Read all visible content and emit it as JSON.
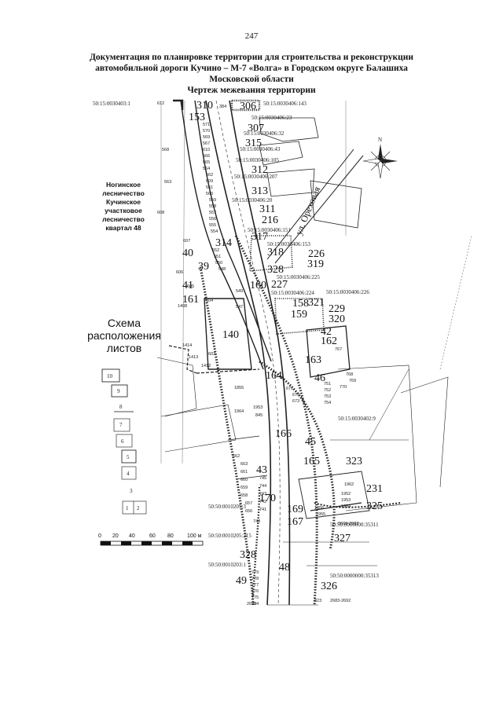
{
  "page_number": "247",
  "title": {
    "line1": "Документация по планировке территории для строительства и реконструкции",
    "line2": "автомобильной дороги Кучино – М-7 «Волга» в Городском округе Балашиха",
    "line3": "Московской области",
    "line4": "Чертеж межевания территории"
  },
  "forest_note": {
    "line1": "Ногинское",
    "line2": "лесничество",
    "line3": "Кучинское",
    "line4": "участковое",
    "line5": "лесничество",
    "line6": "квартал 48"
  },
  "street_label": "ул. Ореховая",
  "north_label": "N",
  "schema": {
    "title_line1": "Схема",
    "title_line2": "расположения",
    "title_line3": "листов",
    "sheets": [
      "10",
      "9",
      "8",
      "7",
      "6",
      "5",
      "4",
      "3",
      "1",
      "2"
    ]
  },
  "scale": {
    "ticks": [
      "0",
      "20",
      "40",
      "60",
      "80",
      "100 м"
    ]
  },
  "cadastral_labels": [
    "50:15:0030403:1",
    "50:15:0030406:143",
    "50:15:0030406:23",
    "50:15:0030406:32",
    "50:15:0030406:43",
    "50:15:0030406:105",
    "50:15:0030406:207",
    "50:15:0030406:20",
    "50:15:0030406:151",
    "50:15:0030406:153",
    "50:15:0030406:225",
    "50:15:0030406:224",
    "50:15:0030406:226",
    "50:15:0030402:9",
    "50:50:0010205:3",
    "50:50:0000000:35311",
    "50:50:0010205:215",
    "50:50:0010203:1",
    "50:50:0000000:35313"
  ],
  "parcel_numbers": [
    "310",
    "306",
    "153",
    "307",
    "315",
    "312",
    "313",
    "311",
    "216",
    "314",
    "317",
    "318",
    "226",
    "40",
    "319",
    "39",
    "328",
    "41",
    "160",
    "227",
    "161",
    "158",
    "321",
    "229",
    "320",
    "159",
    "42",
    "162",
    "140",
    "163",
    "46",
    "164",
    "166",
    "45",
    "165",
    "323",
    "43",
    "231",
    "325",
    "170",
    "169",
    "167",
    "327",
    "328",
    "48",
    "49",
    "326"
  ],
  "small_numbers": [
    "612",
    "384",
    "571",
    "570",
    "569",
    "568",
    "567",
    "610",
    "566",
    "565",
    "564",
    "563",
    "562",
    "609",
    "561",
    "560",
    "559",
    "558",
    "557",
    "556",
    "555",
    "608",
    "554",
    "607",
    "552",
    "551",
    "550",
    "606",
    "548",
    "605",
    "1408",
    "604",
    "549",
    "547",
    "1414",
    "1413",
    "603",
    "1412",
    "1855",
    "1964",
    "845",
    "1953",
    "662",
    "663",
    "661",
    "660",
    "659",
    "658",
    "657",
    "656",
    "745",
    "744",
    "743",
    "742",
    "741",
    "740",
    "779",
    "778",
    "777",
    "776",
    "775",
    "2695",
    "794",
    "767",
    "768",
    "769",
    "770",
    "671",
    "672",
    "673",
    "751",
    "752",
    "753",
    "754",
    "1956",
    "1955",
    "1962",
    "1952",
    "1953",
    "1954",
    "2668-2682",
    "2683-2692",
    "823"
  ]
}
